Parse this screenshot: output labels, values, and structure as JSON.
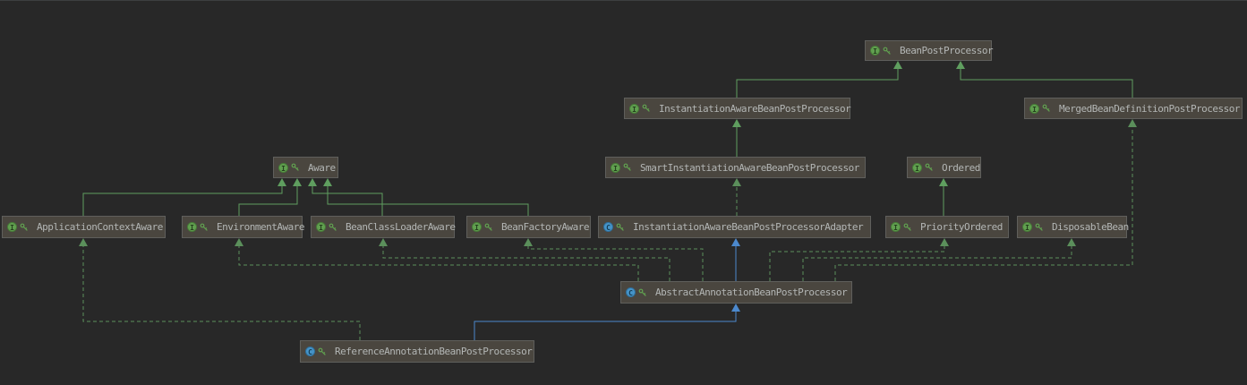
{
  "diagram": {
    "title": "BeanPostProcessor class hierarchy",
    "type": "uml-class-diagram",
    "theme": "darcula"
  },
  "colors": {
    "background": "#282828",
    "node_fill": "#4a463f",
    "node_border": "#5f5f5c",
    "label_text": "#b3b6b5",
    "extends_line_green": "#5f9e5f",
    "implements_line_green": "#5b8f5b",
    "class_extends_line_blue": "#4c89cd",
    "interface_icon_green": "#61a050",
    "class_icon_blue": "#4694c8"
  },
  "icons": {
    "interface_letter": "I",
    "class_letter": "C",
    "visibility": "public-key"
  },
  "nodes": [
    {
      "label": "BeanPostProcessor",
      "kind": "interface",
      "icon_letter": "I",
      "visibility": "public"
    },
    {
      "label": "InstantiationAwareBeanPostProcessor",
      "kind": "interface",
      "icon_letter": "I",
      "visibility": "public"
    },
    {
      "label": "MergedBeanDefinitionPostProcessor",
      "kind": "interface",
      "icon_letter": "I",
      "visibility": "public"
    },
    {
      "label": "SmartInstantiationAwareBeanPostProcessor",
      "kind": "interface",
      "icon_letter": "I",
      "visibility": "public"
    },
    {
      "label": "Ordered",
      "kind": "interface",
      "icon_letter": "I",
      "visibility": "public"
    },
    {
      "label": "Aware",
      "kind": "interface",
      "icon_letter": "I",
      "visibility": "public"
    },
    {
      "label": "ApplicationContextAware",
      "kind": "interface",
      "icon_letter": "I",
      "visibility": "public"
    },
    {
      "label": "EnvironmentAware",
      "kind": "interface",
      "icon_letter": "I",
      "visibility": "public"
    },
    {
      "label": "BeanClassLoaderAware",
      "kind": "interface",
      "icon_letter": "I",
      "visibility": "public"
    },
    {
      "label": "BeanFactoryAware",
      "kind": "interface",
      "icon_letter": "I",
      "visibility": "public"
    },
    {
      "label": "InstantiationAwareBeanPostProcessorAdapter",
      "kind": "class",
      "icon_letter": "C",
      "visibility": "public"
    },
    {
      "label": "PriorityOrdered",
      "kind": "interface",
      "icon_letter": "I",
      "visibility": "public"
    },
    {
      "label": "DisposableBean",
      "kind": "interface",
      "icon_letter": "I",
      "visibility": "public"
    },
    {
      "label": "AbstractAnnotationBeanPostProcessor",
      "kind": "class",
      "icon_letter": "C",
      "visibility": "public"
    },
    {
      "label": "ReferenceAnnotationBeanPostProcessor",
      "kind": "class",
      "icon_letter": "C",
      "visibility": "public"
    }
  ],
  "edges": [
    {
      "from": "InstantiationAwareBeanPostProcessor",
      "to": "BeanPostProcessor",
      "relation": "extends"
    },
    {
      "from": "MergedBeanDefinitionPostProcessor",
      "to": "BeanPostProcessor",
      "relation": "extends"
    },
    {
      "from": "SmartInstantiationAwareBeanPostProcessor",
      "to": "InstantiationAwareBeanPostProcessor",
      "relation": "extends"
    },
    {
      "from": "PriorityOrdered",
      "to": "Ordered",
      "relation": "extends"
    },
    {
      "from": "ApplicationContextAware",
      "to": "Aware",
      "relation": "extends"
    },
    {
      "from": "EnvironmentAware",
      "to": "Aware",
      "relation": "extends"
    },
    {
      "from": "BeanClassLoaderAware",
      "to": "Aware",
      "relation": "extends"
    },
    {
      "from": "BeanFactoryAware",
      "to": "Aware",
      "relation": "extends"
    },
    {
      "from": "InstantiationAwareBeanPostProcessorAdapter",
      "to": "SmartInstantiationAwareBeanPostProcessor",
      "relation": "implements"
    },
    {
      "from": "AbstractAnnotationBeanPostProcessor",
      "to": "InstantiationAwareBeanPostProcessorAdapter",
      "relation": "extends-class"
    },
    {
      "from": "AbstractAnnotationBeanPostProcessor",
      "to": "EnvironmentAware",
      "relation": "implements"
    },
    {
      "from": "AbstractAnnotationBeanPostProcessor",
      "to": "BeanClassLoaderAware",
      "relation": "implements"
    },
    {
      "from": "AbstractAnnotationBeanPostProcessor",
      "to": "BeanFactoryAware",
      "relation": "implements"
    },
    {
      "from": "AbstractAnnotationBeanPostProcessor",
      "to": "PriorityOrdered",
      "relation": "implements"
    },
    {
      "from": "AbstractAnnotationBeanPostProcessor",
      "to": "DisposableBean",
      "relation": "implements"
    },
    {
      "from": "AbstractAnnotationBeanPostProcessor",
      "to": "MergedBeanDefinitionPostProcessor",
      "relation": "implements"
    },
    {
      "from": "ReferenceAnnotationBeanPostProcessor",
      "to": "AbstractAnnotationBeanPostProcessor",
      "relation": "extends-class"
    },
    {
      "from": "ReferenceAnnotationBeanPostProcessor",
      "to": "ApplicationContextAware",
      "relation": "implements"
    }
  ]
}
